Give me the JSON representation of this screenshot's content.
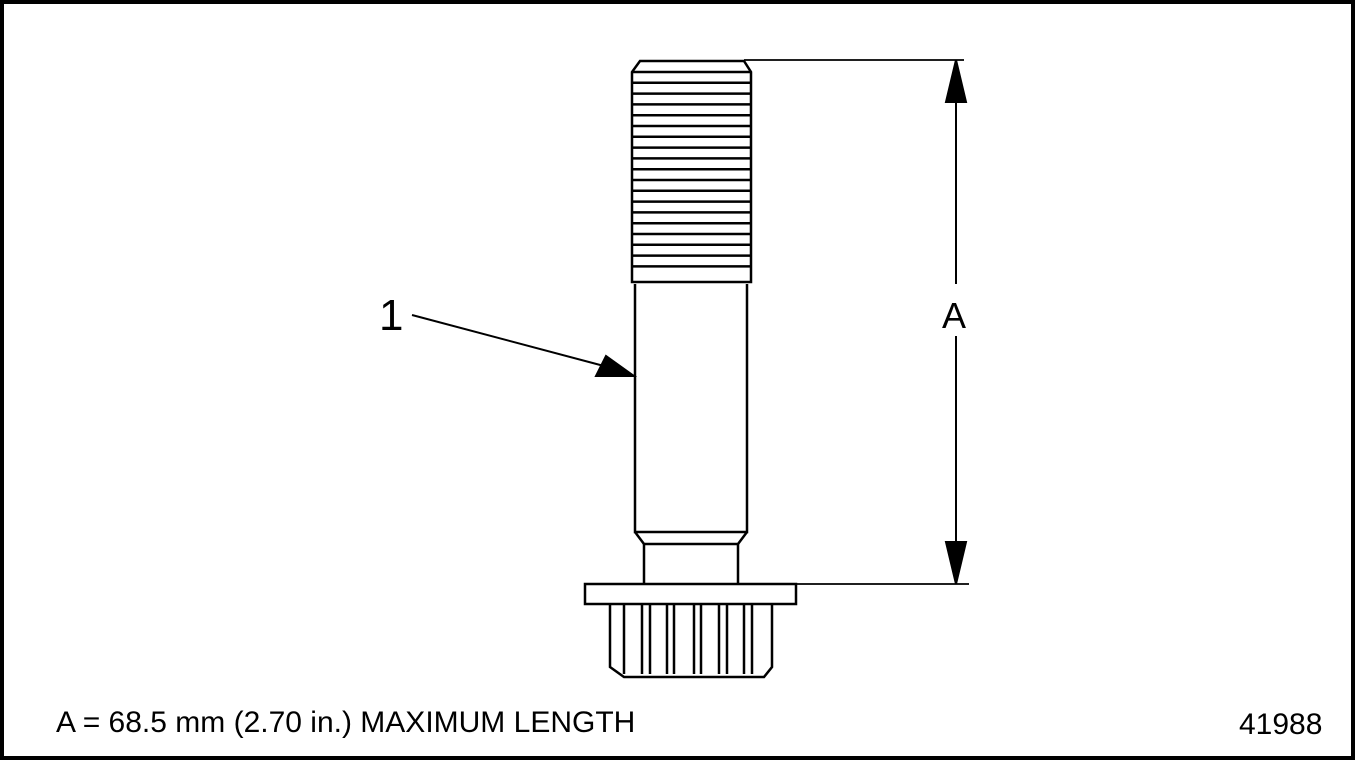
{
  "figure": {
    "callouts": [
      {
        "id": "1",
        "label": "1",
        "target": "bolt-shank"
      }
    ],
    "dimension": {
      "label": "A"
    },
    "caption": "A = 68.5 mm (2.70 in.) MAXIMUM LENGTH",
    "figure_number": "41988",
    "colors": {
      "line": "#000000",
      "background": "#ffffff"
    }
  }
}
